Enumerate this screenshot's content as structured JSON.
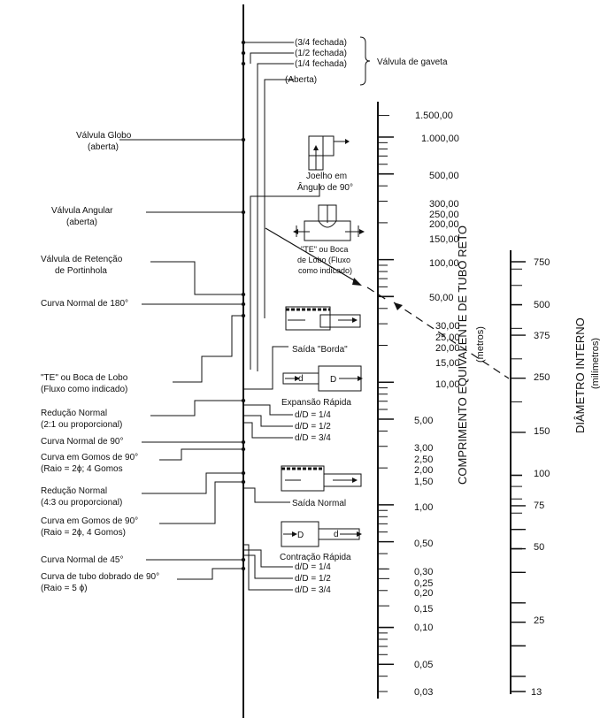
{
  "labels": {
    "l1": "Válvula Globo",
    "l1b": "(aberta)",
    "l2": "Válvula Angular",
    "l2b": "(aberta)",
    "l3": "Válvula de Retenção",
    "l3b": "de Portinhola",
    "l4": "Curva Normal de 180°",
    "l5": "\"TE\" ou Boca de Lobo",
    "l5b": "(Fluxo como indicado)",
    "l6": "Redução Normal",
    "l6b": "(2:1 ou proporcional)",
    "l7": "Curva Normal de 90°",
    "l8": "Curva em Gomos de 90°",
    "l8b": "(Raio = 2ϕ; 4 Gomos",
    "l9": "Redução Normal",
    "l9b": "(4:3 ou proporcional)",
    "l10": "Curva em Gomos de 90°",
    "l10b": "(Raio = 2ϕ, 4 Gomos)",
    "l11": "Curva Normal de 45°",
    "l12": "Curva de tubo dobrado de 90°",
    "l12b": "(Raio = 5 ϕ)",
    "g1": "(3/4 fechada)",
    "g2": "(1/2 fechada)",
    "g3": "(1/4 fechada)",
    "g4": "(Aberta)",
    "gaveta": "Válvula de gaveta",
    "joelho1": "Joelho em",
    "joelho2": "Ângulo de 90°",
    "te1": "\"TE\" ou Boca",
    "te2": "de Lobo (Fluxo",
    "te3": "como indicado)",
    "borda": "Saída \"Borda\"",
    "expansao": "Expansão Rápida",
    "e1": "d/D = 1/4",
    "e2": "d/D = 1/2",
    "e3": "d/D = 3/4",
    "saida_normal": "Saída Normal",
    "contracao": "Contração Rápida",
    "c1": "d/D = 1/4",
    "c2": "d/D = 1/2",
    "c3": "d/D = 3/4",
    "d_small": "d",
    "d_big": "D"
  },
  "length_scale": {
    "title": "COMPRIMENTO EQUIVALENTE DE TUBO RETO",
    "unit": "(metros)",
    "ticks": [
      "1.500,00",
      "1.000,00",
      "500,00",
      "300,00",
      "250,00",
      "200,00",
      "150,00",
      "100,00",
      "50,00",
      "30,00",
      "25,00",
      "20,00",
      "15,00",
      "10,00",
      "5,00",
      "3,00",
      "2,50",
      "2,00",
      "1,50",
      "1,00",
      "0,50",
      "0,30",
      "0,25",
      "0,20",
      "0,15",
      "0,10",
      "0,05",
      "0,03"
    ]
  },
  "diameter_scale": {
    "title": "DIÂMETRO INTERNO",
    "unit": "(milímetros)",
    "ticks": [
      "750",
      "500",
      "375",
      "250",
      "150",
      "100",
      "75",
      "50",
      "25",
      "13"
    ]
  }
}
